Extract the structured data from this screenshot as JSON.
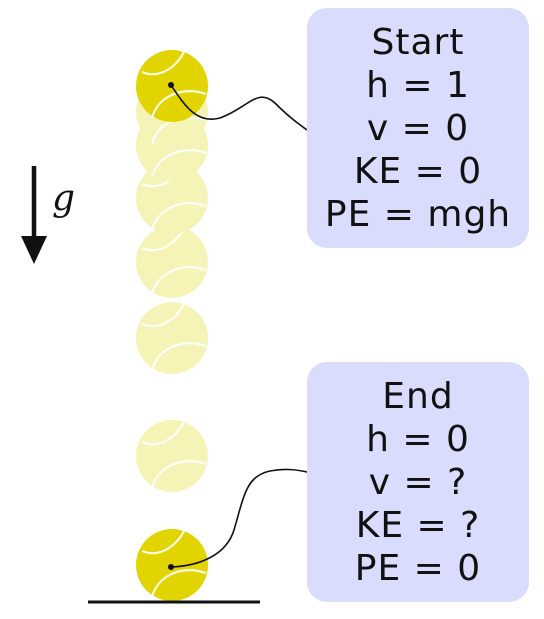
{
  "gravity_label": "g",
  "start_box": {
    "lines": [
      "Start",
      "h = 1",
      "v = 0",
      "KE = 0",
      "PE = mgh"
    ]
  },
  "end_box": {
    "lines": [
      "End",
      "h = 0",
      "v = ?",
      "KE = ?",
      "PE = 0"
    ]
  },
  "colors": {
    "ball": "#e2d400",
    "ball_ghost": "#f3ee9a",
    "box": "#d9dcfc",
    "ground": "#111111"
  }
}
